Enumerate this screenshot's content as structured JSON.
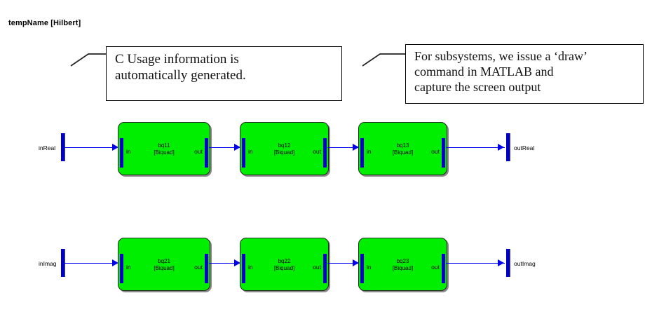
{
  "diagram": {
    "title": "tempName [Hilbert]",
    "background_color": "#ffffff",
    "block_fill_color": "#00ee00",
    "port_color": "#0000cc",
    "wire_color": "#0000ee"
  },
  "callouts": [
    {
      "id": "callout-c-usage",
      "lines": [
        "C Usage information is",
        "automatically generated."
      ],
      "text": "C Usage information is automatically generated."
    },
    {
      "id": "callout-subsystem-draw",
      "lines": [
        "For subsystems, we issue a ‘draw’",
        "command in MATLAB and",
        "capture the screen output"
      ],
      "text": "For subsystems, we issue a ‘draw’ command in MATLAB and capture the screen output"
    }
  ],
  "rows": [
    {
      "id": "row-real",
      "input_label": "inReal",
      "output_label": "outReal",
      "blocks": [
        {
          "name": "bq11",
          "type": "[Biquad]",
          "in_port": "in",
          "out_port": "out"
        },
        {
          "name": "bq12",
          "type": "[Biquad]",
          "in_port": "in",
          "out_port": "out"
        },
        {
          "name": "bq13",
          "type": "[Biquad]",
          "in_port": "in",
          "out_port": "out"
        }
      ]
    },
    {
      "id": "row-imag",
      "input_label": "inImag",
      "output_label": "outImag",
      "blocks": [
        {
          "name": "bq21",
          "type": "[Biquad]",
          "in_port": "in",
          "out_port": "out"
        },
        {
          "name": "bq22",
          "type": "[Biquad]",
          "in_port": "in",
          "out_port": "out"
        },
        {
          "name": "bq23",
          "type": "[Biquad]",
          "in_port": "in",
          "out_port": "out"
        }
      ]
    }
  ]
}
